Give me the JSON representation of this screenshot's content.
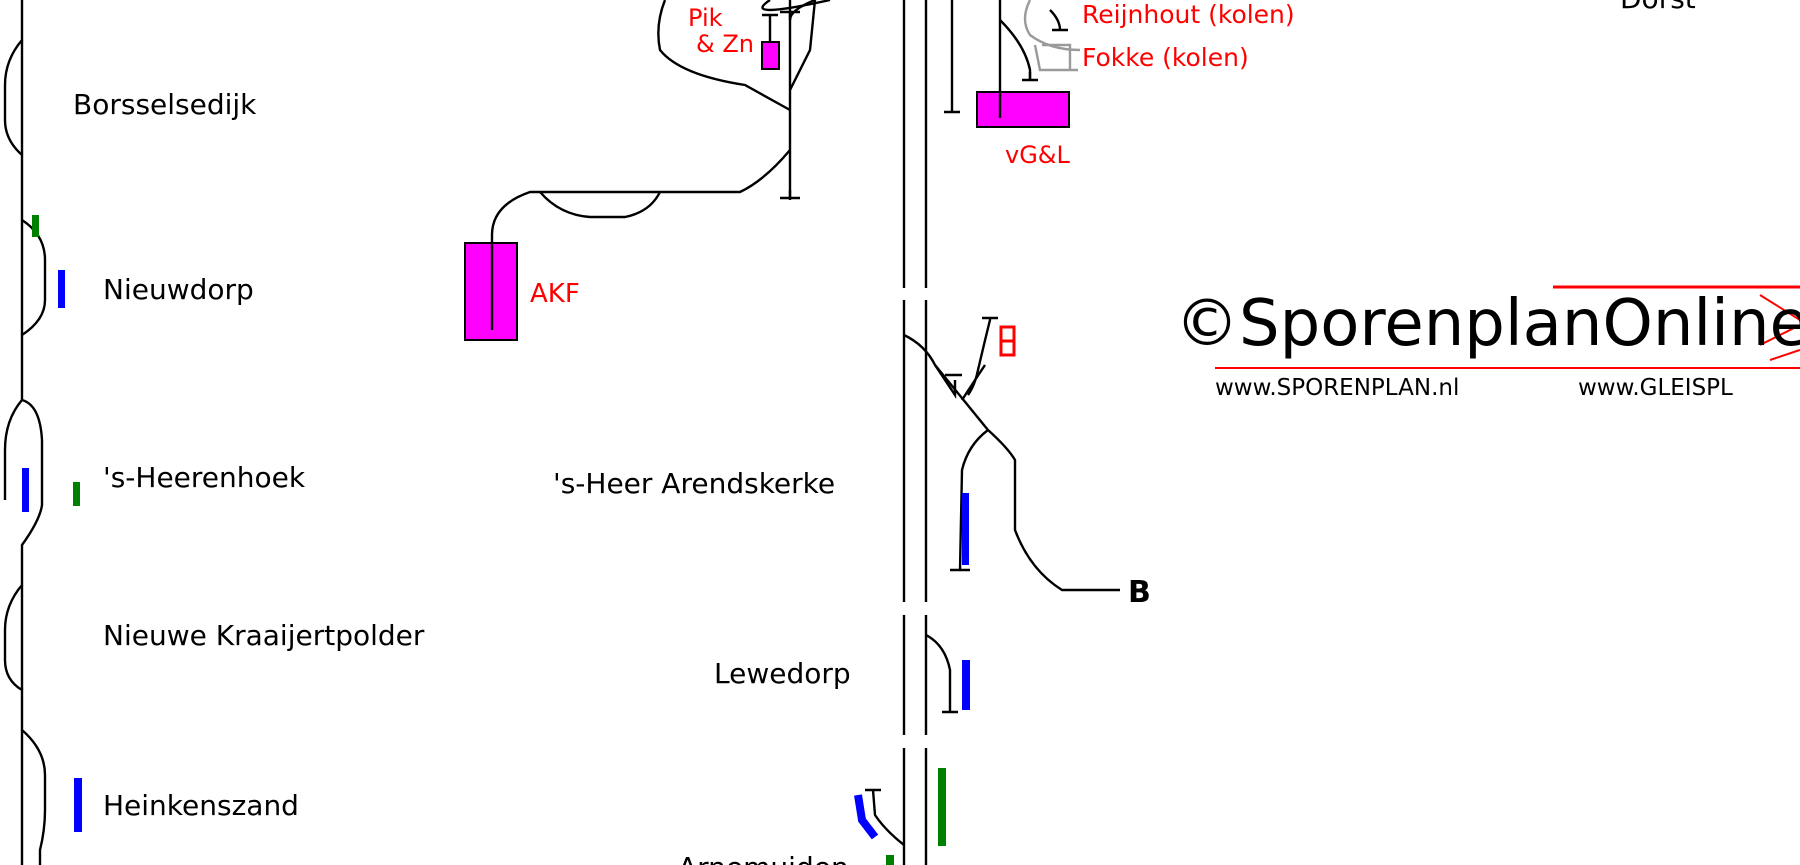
{
  "stations": {
    "borsselsedijk": "Borsselsedijk",
    "nieuwdorp": "Nieuwdorp",
    "heerenhoek": "'s-Heerenhoek",
    "nieuwe_kraaijertpolder": "Nieuwe Kraaijertpolder",
    "heinkenszand": "Heinkenszand",
    "heer_arendskerke": "'s-Heer Arendskerke",
    "lewedorp": "Lewedorp",
    "arnemuiden_partial": "Arnemuiden",
    "dorst_partial": "Dorst"
  },
  "industries": {
    "pik_line1": "Pik",
    "pik_line2": "& Zn",
    "akf": "AKF",
    "vgl": "vG&L",
    "reijnhout": "Reijnhout (kolen)",
    "fokke": "Fokke (kolen)"
  },
  "route_marker": "B",
  "watermark": {
    "brand": "©SporenplanOnline",
    "url_nl": "www.SPORENPLAN.nl",
    "url_de": "www.GLEISPL"
  },
  "colors": {
    "track": "#000000",
    "industry_fill": "#ff00ff",
    "industry_text": "#ff0000",
    "platform_blue": "#0000ff",
    "platform_green": "#008000",
    "siding_grey": "#9a9a9a"
  }
}
